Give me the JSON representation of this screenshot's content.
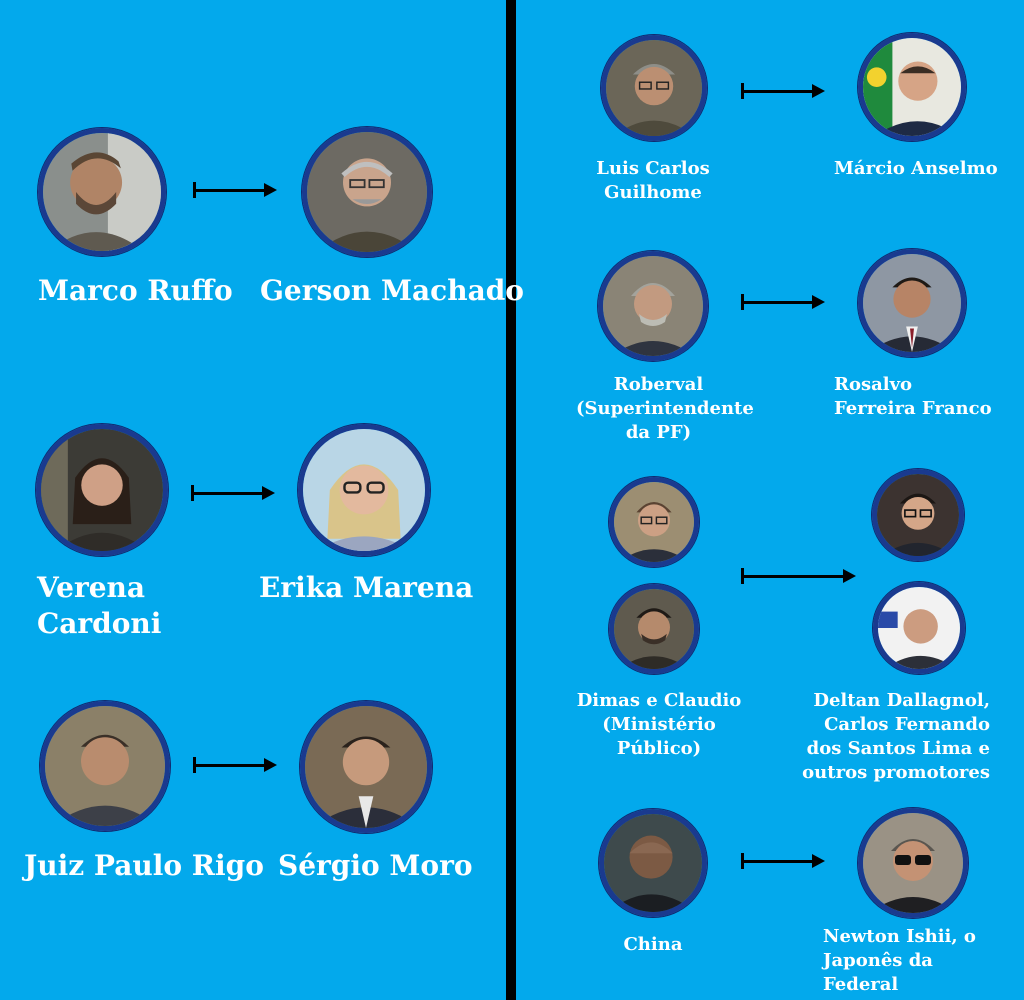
{
  "left": [
    {
      "from": "Marco Ruffo",
      "to": "Gerson Machado"
    },
    {
      "from": "Verena Cardoni",
      "to": "Erika Marena"
    },
    {
      "from": "Juiz Paulo Rigo",
      "to": "Sérgio Moro"
    }
  ],
  "right": [
    {
      "from": "Luis Carlos Guilhome",
      "to": "Márcio Anselmo"
    },
    {
      "from": "Roberval (Superintendente da PF)",
      "to": "Rosalvo Ferreira Franco"
    },
    {
      "from": "Dimas e Claudio (Ministério Público)",
      "to": "Deltan Dallagnol, Carlos Fernando dos Santos Lima e outros promotores"
    },
    {
      "from": "China",
      "to": "Newton Ishii, o Japonês da Federal"
    }
  ],
  "colors": {
    "background": "#03a9ec",
    "ring": "#1a3a8f",
    "arrow": "#000000",
    "text": "#ffffff"
  }
}
